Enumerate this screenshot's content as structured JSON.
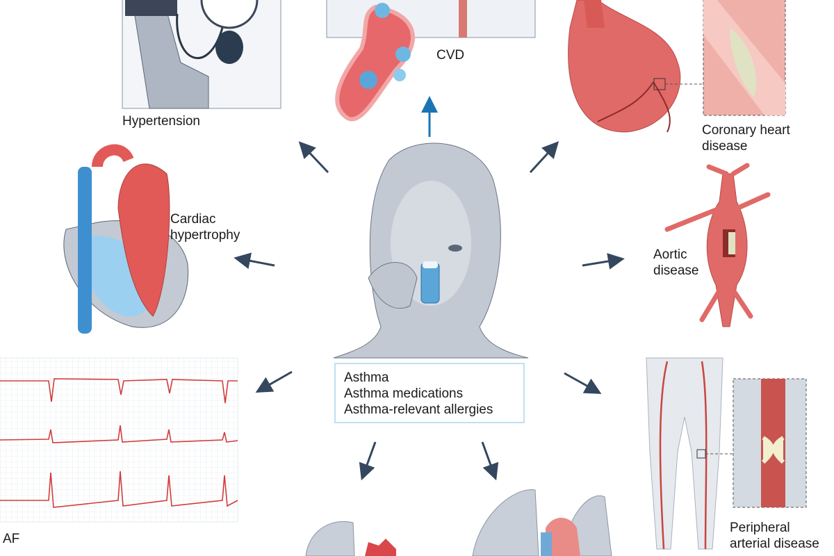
{
  "center": {
    "lines": [
      "Asthma",
      "Asthma medications",
      "Asthma-relevant allergies"
    ]
  },
  "outcomes": {
    "hypertension": "Hypertension",
    "cvd": "CVD",
    "coronary_line1": "Coronary heart",
    "coronary_line2": "disease",
    "cardiac_line1": "Cardiac",
    "cardiac_line2": "hypertrophy",
    "aortic_line1": "Aortic",
    "aortic_line2": "disease",
    "af": "AF",
    "peripheral_line1": "Peripheral",
    "peripheral_line2": "arterial disease"
  },
  "colors": {
    "arrow": "#34475f",
    "arrow_blue": "#1a74b3",
    "artery_red": "#d9534f",
    "vein_blue": "#4a9ad4",
    "skin_grey": "#b8c0cc"
  }
}
